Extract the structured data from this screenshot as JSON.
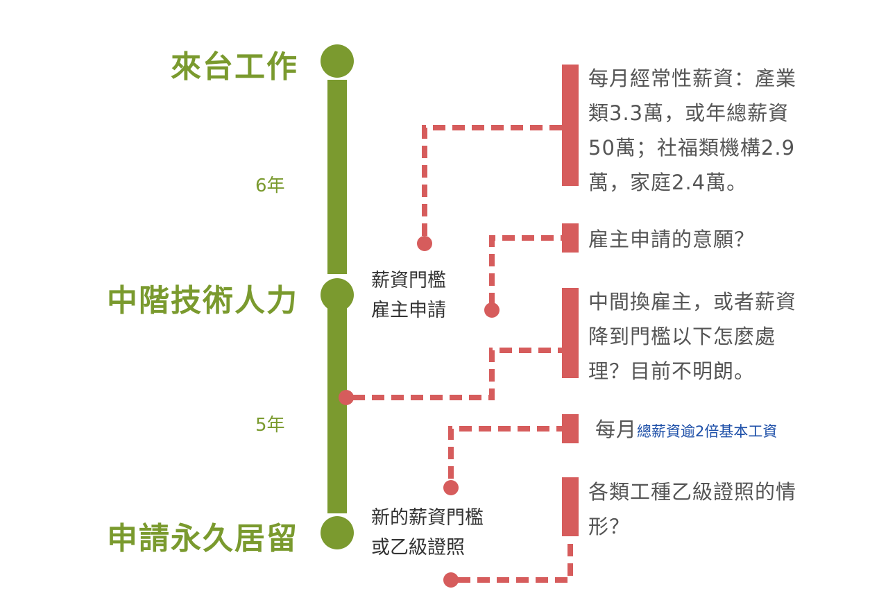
{
  "timeline": {
    "color": "#7b9a2f",
    "stages": [
      "來台工作",
      "中階技術人力",
      "申請永久居留"
    ],
    "intervals": [
      "6年",
      "5年"
    ]
  },
  "accent_color": "#d65c5c",
  "middle_labels": [
    {
      "line1": "薪資門檻",
      "line2": "雇主申請"
    },
    {
      "line1": "新的薪資門檻",
      "line2": "或乙級證照"
    }
  ],
  "notes": [
    {
      "lines": [
        "每月經常性薪資：產業",
        "類3.3萬，或年總薪資",
        "50萬；社福類機構2.9",
        "萬，家庭2.4萬。"
      ]
    },
    {
      "lines": [
        "雇主申請的意願？"
      ]
    },
    {
      "lines": [
        "中間換雇主，或者薪資",
        "降到門檻以下怎麼處",
        "理？目前不明朗。"
      ]
    },
    {
      "prefix": "每月",
      "blue": "總薪資逾2倍基本工資"
    },
    {
      "lines": [
        "各類工種乙級證照的情",
        "形？"
      ]
    }
  ]
}
